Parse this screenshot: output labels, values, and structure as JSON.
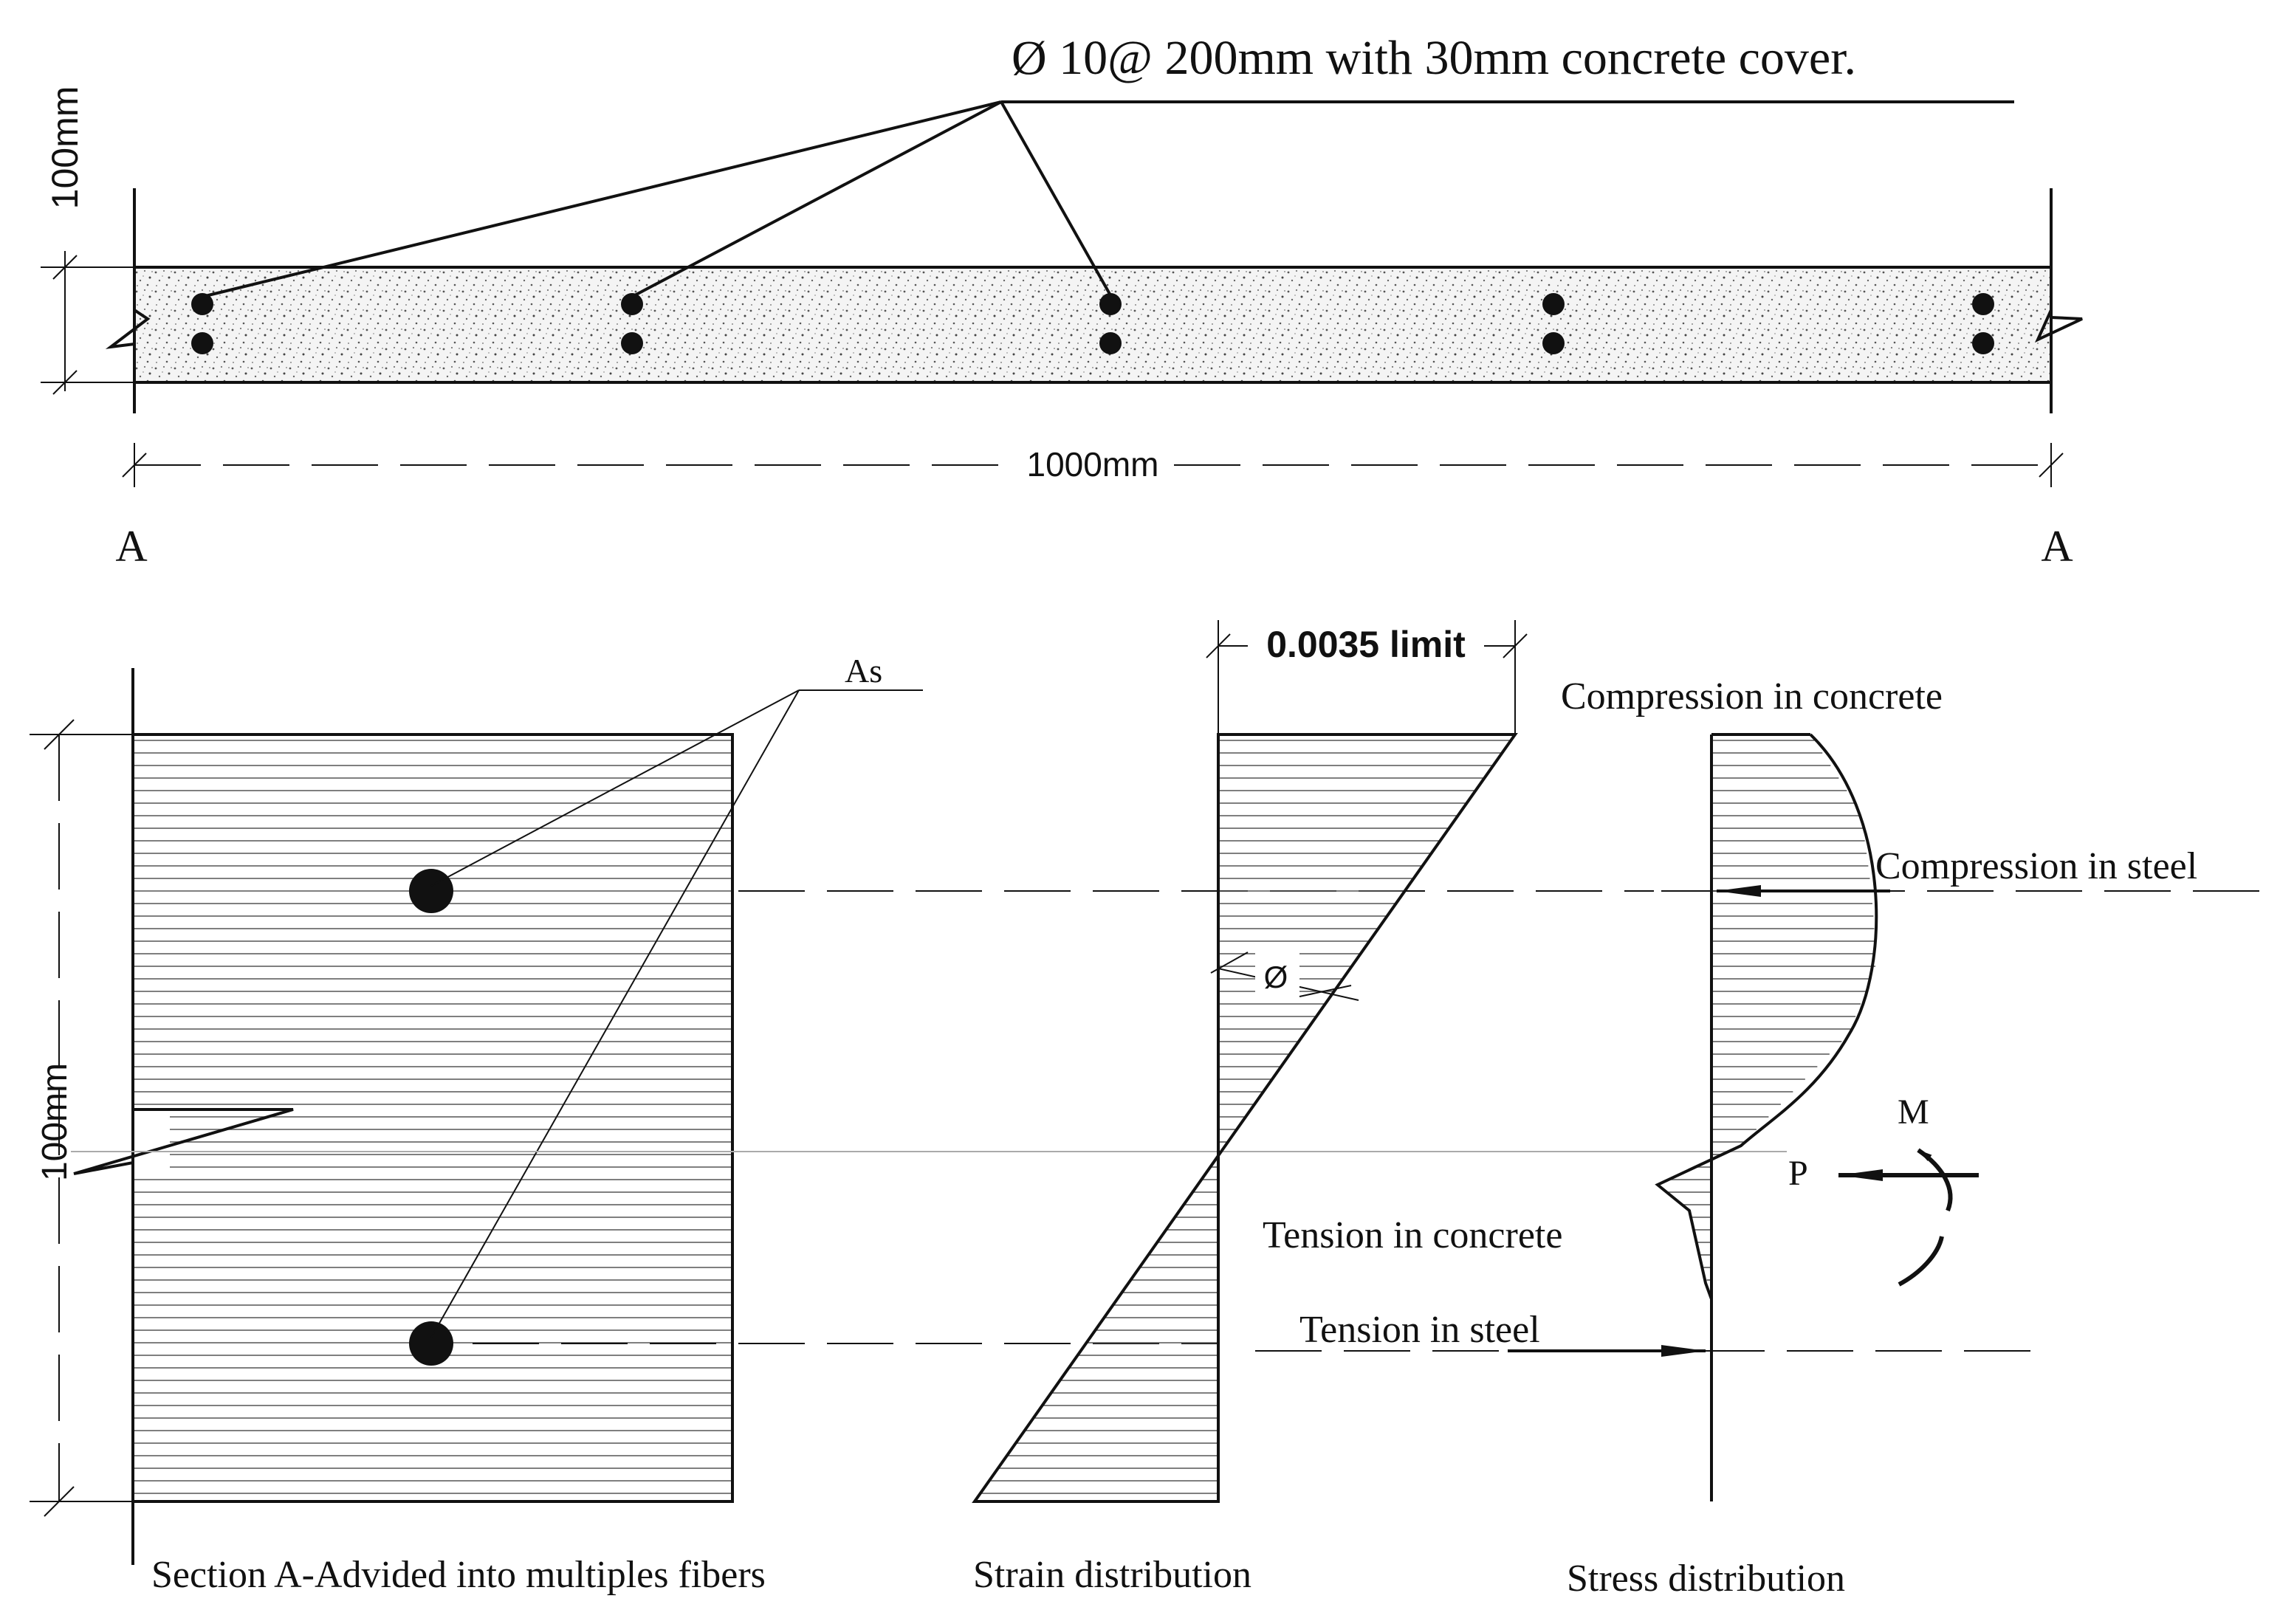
{
  "slab": {
    "rebar_note": "Ø 10@ 200mm with 30mm concrete cover.",
    "thickness_label": "100mm",
    "width_label": "1000mm",
    "section_mark_left": "A",
    "section_mark_right": "A"
  },
  "section": {
    "rebar_label": "As",
    "depth_label": "100mm",
    "caption": "Section A-Advided into multiples fibers"
  },
  "strain": {
    "limit_label": "0.0035 limit",
    "curvature_symbol": "Ø",
    "caption": "Strain distribution"
  },
  "stress": {
    "compression_concrete": "Compression in concrete",
    "compression_steel": "Compression in steel",
    "tension_concrete": "Tension in concrete",
    "tension_steel": "Tension in steel",
    "moment_label": "M",
    "axial_label": "P",
    "caption": "Stress distribution"
  }
}
